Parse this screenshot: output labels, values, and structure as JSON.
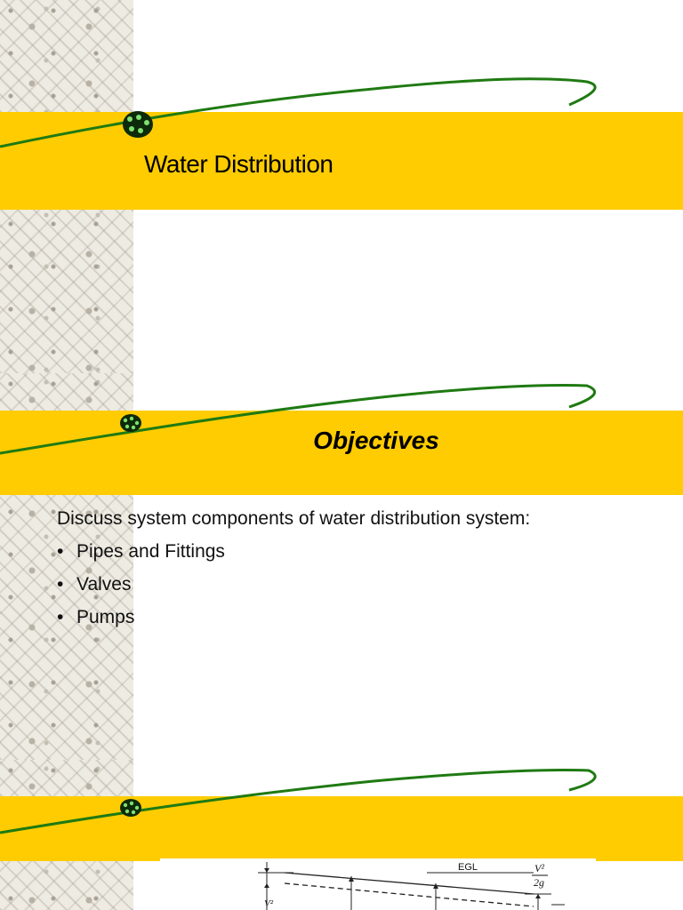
{
  "slides": [
    {
      "title": "Water Distribution"
    },
    {
      "title": "Objectives",
      "intro": "Discuss system components of water distribution system:",
      "bullets": [
        "Pipes and Fittings",
        "Valves",
        "Pumps"
      ]
    },
    {
      "figure": {
        "egl_label": "EGL",
        "velocity_head_numerator": "V²",
        "velocity_head_denominator": "2g",
        "left_label": "V²"
      }
    }
  ],
  "colors": {
    "band": "#fecc00",
    "swoosh": "#1f7a12",
    "pattern": "#eeebe3"
  },
  "icons": [
    "green-dotted-orb-icon"
  ]
}
